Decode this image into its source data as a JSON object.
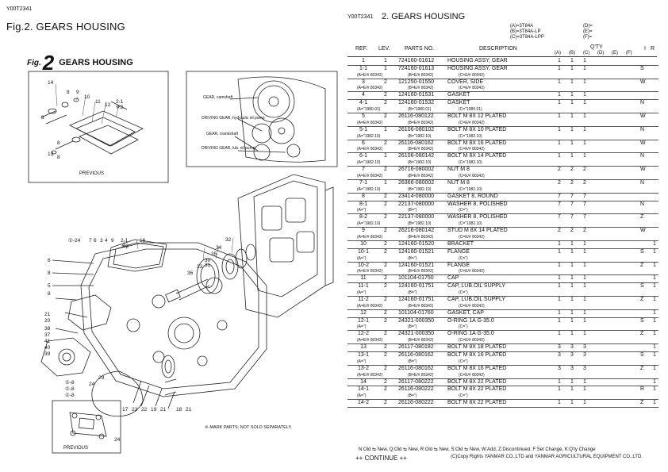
{
  "left": {
    "doc_code": "Y00T2341",
    "fig_title": "Fig.2.  GEARS HOUSING",
    "fig_word": "Fig.",
    "fig_number": "2",
    "fig_heading": "GEARS HOUSING",
    "inset_labels": {
      "camshaft": "GEAR, camshaft",
      "oilpump": "DRIVING GEAR, hydraulic oil pump",
      "crankshaft": "GEAR, crankshaft",
      "luboil": "DRIVING GEAR, lub. oil pump"
    },
    "previous_top": "PREVIOUS",
    "previous_bottom": "PREVIOUS",
    "mark_note": "※-MARK PARTS: NOT SOLD SEPARATELY.",
    "callouts_top": [
      "14",
      "8",
      "9",
      "10",
      "11",
      "12",
      "2-1",
      "※2",
      "8",
      "13",
      "8"
    ],
    "callouts_main": [
      "①-24",
      "7",
      "6",
      "3",
      "4",
      "9",
      "2-1",
      "※2",
      "16",
      "6",
      "8",
      "5",
      "8",
      "21",
      "20",
      "38",
      "37",
      "41",
      "40",
      "39",
      "①-8",
      "①-8",
      "①-8",
      "29",
      "24",
      "17",
      "23",
      "22",
      "19",
      "21",
      "18",
      "21",
      "36",
      "33",
      "30",
      "35",
      "31",
      "34",
      "32",
      "24"
    ]
  },
  "right": {
    "doc_code": "Y00T2341",
    "section_title": "2.  GEARS HOUSING",
    "models": [
      "(A)=3T84A",
      "(B)=3T84A-LP",
      "(C)=3T84A-LPP"
    ],
    "models_right": [
      "(D)=",
      "(E)=",
      "(F)="
    ],
    "headers": {
      "ref": "REF.",
      "lev": "LEV.",
      "parts_no": "PARTS NO.",
      "description": "DESCRIPTION",
      "qty": "Q'TY",
      "i": "I",
      "r": "R"
    },
    "qty_cols": [
      "(A)",
      "(B)",
      "(C)",
      "(D)",
      "(E)",
      "(F)"
    ],
    "rows": [
      {
        "ref": "1",
        "lev": "1",
        "pno": "724160-01612",
        "desc": "HOUSING ASSY, GEAR",
        "qa": "1",
        "qb": "1",
        "qc": "1",
        "code": "",
        "r": "",
        "notes": []
      },
      {
        "ref": "1-1",
        "lev": "1",
        "pno": "724160-01613",
        "desc": "HOUSING ASSY, GEAR",
        "qa": "1",
        "qb": "1",
        "qc": "1",
        "code": "S",
        "r": "",
        "notes": [
          "(A=E/# 80342)",
          "(B=E/# 80342)",
          "(C=E/# 80342)"
        ]
      },
      {
        "ref": "3",
        "lev": "2",
        "pno": "121250-01550",
        "desc": "COVER, SIDE",
        "qa": "1",
        "qb": "1",
        "qc": "1",
        "code": "W",
        "r": "",
        "notes": [
          "(A=E/# 80342)",
          "(B=E/# 80342)",
          "(C=E/# 80342)"
        ]
      },
      {
        "ref": "4",
        "lev": "2",
        "pno": "124160-01531",
        "desc": "GASKET",
        "qa": "1",
        "qb": "1",
        "qc": "1",
        "code": "",
        "r": "",
        "notes": []
      },
      {
        "ref": "4-1",
        "lev": "2",
        "pno": "124160-01532",
        "desc": "GASKET",
        "qa": "1",
        "qb": "1",
        "qc": "1",
        "code": "N",
        "r": "",
        "notes": [
          "(A=\"1980.01)",
          "(B=\"1980.01)",
          "(C=\"1980.01)"
        ]
      },
      {
        "ref": "5",
        "lev": "2",
        "pno": "26116-080122",
        "desc": "BOLT M 8X 12 PLATED",
        "qa": "1",
        "qb": "1",
        "qc": "1",
        "code": "W",
        "r": "",
        "notes": [
          "(A=E/# 80342)",
          "(B=E/# 80342)",
          "(C=E/# 80342)"
        ]
      },
      {
        "ref": "5-1",
        "lev": "1",
        "pno": "26106-080102",
        "desc": "BOLT M 8X 10 PLATED",
        "qa": "1",
        "qb": "1",
        "qc": "1",
        "code": "N",
        "r": "",
        "notes": [
          "(A=\"1982.10)",
          "(B=\"1982.10)",
          "(C=\"1982.10)"
        ]
      },
      {
        "ref": "6",
        "lev": "2",
        "pno": "26116-080162",
        "desc": "BOLT M 8X 16 PLATED",
        "qa": "1",
        "qb": "1",
        "qc": "1",
        "code": "W",
        "r": "",
        "notes": [
          "(A=E/# 80342)",
          "(B=E/# 80342)",
          "(C=E/# 80342)"
        ]
      },
      {
        "ref": "6-1",
        "lev": "1",
        "pno": "26106-080142",
        "desc": "BOLT M 8X 14 PLATED",
        "qa": "1",
        "qb": "1",
        "qc": "1",
        "code": "N",
        "r": "",
        "notes": [
          "(A=\"1982.10)",
          "(B=\"1982.10)",
          "(C=\"1982.10)"
        ]
      },
      {
        "ref": "7",
        "lev": "2",
        "pno": "26716-080002",
        "desc": "NUT M 8",
        "qa": "2",
        "qb": "2",
        "qc": "2",
        "code": "W",
        "r": "",
        "notes": [
          "(A=E/# 80342)",
          "(B=E/# 80342)",
          "(C=E/# 80342)"
        ]
      },
      {
        "ref": "7-1",
        "lev": "1",
        "pno": "26366-080002",
        "desc": "NUT M 8",
        "qa": "2",
        "qb": "2",
        "qc": "2",
        "code": "N",
        "r": "",
        "notes": [
          "(A=\"1982.10)",
          "(B=\"1982.10)",
          "(C=\"1982.10)"
        ]
      },
      {
        "ref": "8",
        "lev": "2",
        "pno": "23414-080000",
        "desc": "GASKET 8, ROUND",
        "qa": "7",
        "qb": "7",
        "qc": "7",
        "code": "",
        "r": "",
        "notes": []
      },
      {
        "ref": "8-1",
        "lev": "2",
        "pno": "22137-080000",
        "desc": "WASHER 8, POLISHED",
        "qa": "7",
        "qb": "7",
        "qc": "7",
        "code": "N",
        "r": "",
        "notes": [
          "(A=\")",
          "(B=\")",
          "(C=\")"
        ]
      },
      {
        "ref": "8-2",
        "lev": "2",
        "pno": "22137-080000",
        "desc": "WASHER 8, POLISHED",
        "qa": "7",
        "qb": "7",
        "qc": "7",
        "code": "Z",
        "r": "",
        "notes": [
          "(A=\"1982.10)",
          "(B=\"1982.10)",
          "(C=\"1982.10)"
        ]
      },
      {
        "ref": "9",
        "lev": "2",
        "pno": "26216-080142",
        "desc": "STUD M 8X 14 PLATED",
        "qa": "2",
        "qb": "2",
        "qc": "2",
        "code": "W",
        "r": "",
        "notes": [
          "(A=E/# 80342)",
          "(B=E/# 80342)",
          "(C=E/# 80342)"
        ]
      },
      {
        "ref": "10",
        "lev": "2",
        "pno": "124160-01520",
        "desc": "BRACKET",
        "qa": "1",
        "qb": "1",
        "qc": "1",
        "code": "",
        "r": "1",
        "notes": []
      },
      {
        "ref": "10-1",
        "lev": "2",
        "pno": "124160-01521",
        "desc": "FLANGE",
        "qa": "1",
        "qb": "1",
        "qc": "1",
        "code": "S",
        "r": "1",
        "notes": [
          "(A=\")",
          "(B=\")",
          "(C=\")"
        ]
      },
      {
        "ref": "10-2",
        "lev": "2",
        "pno": "124160-01521",
        "desc": "FLANGE",
        "qa": "1",
        "qb": "1",
        "qc": "1",
        "code": "Z",
        "r": "1",
        "notes": [
          "(A=E/# 80342)",
          "(B=E/# 80342)",
          "(C=E/# 80342)"
        ]
      },
      {
        "ref": "11",
        "lev": "2",
        "pno": "101104-01750",
        "desc": "CAP",
        "qa": "1",
        "qb": "1",
        "qc": "1",
        "code": "",
        "r": "1",
        "notes": []
      },
      {
        "ref": "11-1",
        "lev": "2",
        "pno": "124160-01751",
        "desc": "CAP, LUB.OIL SUPPLY",
        "qa": "1",
        "qb": "1",
        "qc": "1",
        "code": "S",
        "r": "1",
        "notes": [
          "(A=\")",
          "(B=\")",
          "(C=\")"
        ]
      },
      {
        "ref": "11-2",
        "lev": "2",
        "pno": "124160-01751",
        "desc": "CAP, LUB.OIL SUPPLY",
        "qa": "1",
        "qb": "1",
        "qc": "1",
        "code": "Z",
        "r": "1",
        "notes": [
          "(A=E/# 80342)",
          "(B=E/# 80342)",
          "(C=E/# 80342)"
        ]
      },
      {
        "ref": "12",
        "lev": "2",
        "pno": "101104-01760",
        "desc": "GASKET, CAP",
        "qa": "1",
        "qb": "1",
        "qc": "1",
        "code": "",
        "r": "1",
        "notes": []
      },
      {
        "ref": "12-1",
        "lev": "2",
        "pno": "24321-000350",
        "desc": "O-RING 1A G-35.0",
        "qa": "1",
        "qb": "1",
        "qc": "1",
        "code": "S",
        "r": "1",
        "notes": [
          "(A=\")",
          "(B=\")",
          "(C=\")"
        ]
      },
      {
        "ref": "12-2",
        "lev": "2",
        "pno": "24321-000350",
        "desc": "O-RING 1A G-35.0",
        "qa": "1",
        "qb": "1",
        "qc": "1",
        "code": "Z",
        "r": "1",
        "notes": [
          "(A=E/# 80342)",
          "(B=E/# 80342)",
          "(C=E/# 80342)"
        ]
      },
      {
        "ref": "13",
        "lev": "2",
        "pno": "26117-080182",
        "desc": "BOLT M 8X 18 PLATED",
        "qa": "3",
        "qb": "3",
        "qc": "3",
        "code": "",
        "r": "1",
        "notes": []
      },
      {
        "ref": "13-1",
        "lev": "2",
        "pno": "26116-080162",
        "desc": "BOLT M 8X 16 PLATED",
        "qa": "3",
        "qb": "3",
        "qc": "3",
        "code": "S",
        "r": "1",
        "notes": [
          "(A=\")",
          "(B=\")",
          "(C=\")"
        ]
      },
      {
        "ref": "13-2",
        "lev": "2",
        "pno": "26116-080162",
        "desc": "BOLT M 8X 16 PLATED",
        "qa": "3",
        "qb": "3",
        "qc": "3",
        "code": "Z",
        "r": "1",
        "notes": [
          "(A=E/# 80342)",
          "(B=E/# 80342)",
          "(C=E/# 80342)"
        ]
      },
      {
        "ref": "14",
        "lev": "2",
        "pno": "26117-080222",
        "desc": "BOLT M 8X 22 PLATED",
        "qa": "1",
        "qb": "1",
        "qc": "1",
        "code": "",
        "r": "1",
        "notes": []
      },
      {
        "ref": "14-1",
        "lev": "2",
        "pno": "26116-080222",
        "desc": "BOLT M 8X 22 PLATED",
        "qa": "1",
        "qb": "1",
        "qc": "1",
        "code": "R",
        "r": "1",
        "notes": [
          "(A=\")",
          "(B=\")",
          "(C=\")"
        ]
      },
      {
        "ref": "14-2",
        "lev": "2",
        "pno": "26116-080222",
        "desc": "BOLT M 8X 22 PLATED",
        "qa": "1",
        "qb": "1",
        "qc": "1",
        "code": "Z",
        "r": "1",
        "notes": []
      }
    ],
    "legend": "N:Old ⇆ New,  Q:Old ⇆ New,  R:Old ⇆ New,  S:Old ⇆ New,  W:Add,  Z:Discontinued,  F:Set Change,  K:Q'ty Change",
    "continue": "++ CONTINUE ++",
    "copyright": "(C)Copy Rights  YANMAR CO.,LTD and YANMAR AGRICULTURAL EQUIPMENT CO.,LTD."
  }
}
